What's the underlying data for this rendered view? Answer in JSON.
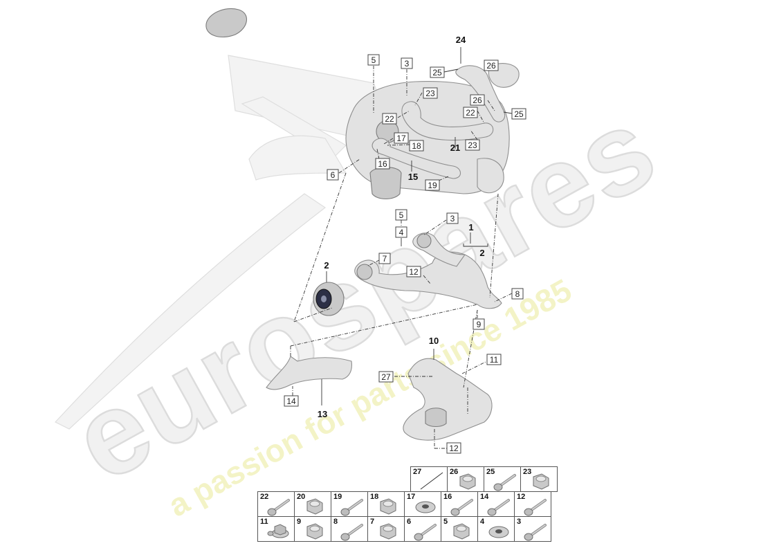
{
  "watermark": {
    "brand": "eurospares",
    "tagline": "a passion for parts since 1985"
  },
  "part_labels": {
    "p1": "1",
    "p2_bracket": "2",
    "p2_bushing": "2",
    "p3_top": "3",
    "p3_arm": "3",
    "p4": "4",
    "p5_top": "5",
    "p5_arm": "5",
    "p6": "6",
    "p7": "7",
    "p8": "8",
    "p9": "9",
    "p10": "10",
    "p11": "11",
    "p12_arm": "12",
    "p12_bottom": "12",
    "p13": "13",
    "p14": "14",
    "p15": "15",
    "p16": "16",
    "p17": "17",
    "p18": "18",
    "p19": "19",
    "p21": "21",
    "p22_left": "22",
    "p22_right": "22",
    "p23_left": "23",
    "p23_right": "23",
    "p24": "24",
    "p25_left": "25",
    "p25_right": "25",
    "p26_top": "26",
    "p26_mid": "26",
    "p27": "27"
  },
  "hardware_table": {
    "row1": [
      {
        "num": "27",
        "icon": "slash-line-icon"
      },
      {
        "num": "26",
        "icon": "nut-icon"
      },
      {
        "num": "25",
        "icon": "bolt-icon"
      },
      {
        "num": "23",
        "icon": "nut-icon"
      }
    ],
    "row2": [
      {
        "num": "22",
        "icon": "bolt-icon"
      },
      {
        "num": "20",
        "icon": "nut-icon"
      },
      {
        "num": "19",
        "icon": "bolt-icon"
      },
      {
        "num": "18",
        "icon": "nut-icon"
      },
      {
        "num": "17",
        "icon": "washer-icon"
      },
      {
        "num": "16",
        "icon": "bolt-icon"
      },
      {
        "num": "14",
        "icon": "bolt-icon"
      },
      {
        "num": "12",
        "icon": "bolt-icon"
      }
    ],
    "row3": [
      {
        "num": "11",
        "icon": "nut-washer-icon"
      },
      {
        "num": "9",
        "icon": "nut-icon"
      },
      {
        "num": "8",
        "icon": "bolt-icon"
      },
      {
        "num": "7",
        "icon": "nut-icon"
      },
      {
        "num": "6",
        "icon": "bolt-icon"
      },
      {
        "num": "5",
        "icon": "nut-icon"
      },
      {
        "num": "4",
        "icon": "washer-icon"
      },
      {
        "num": "3",
        "icon": "bolt-icon"
      }
    ]
  }
}
